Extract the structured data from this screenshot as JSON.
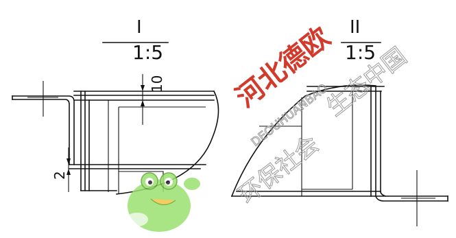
{
  "detail_left": {
    "roman": "I",
    "scale": "1:5",
    "dim_top": "10",
    "dim_left": "2"
  },
  "detail_right": {
    "roman": "II",
    "scale": "1:5"
  },
  "watermark": {
    "line1": "河北德欧",
    "line2": "生态中国",
    "line3": "环保社会",
    "latin": "DEOUHUANBAO",
    "primary_color": "#d23a2c"
  },
  "mascot": {
    "icon": "frog-mascot-icon",
    "color": "#7fd64a"
  }
}
